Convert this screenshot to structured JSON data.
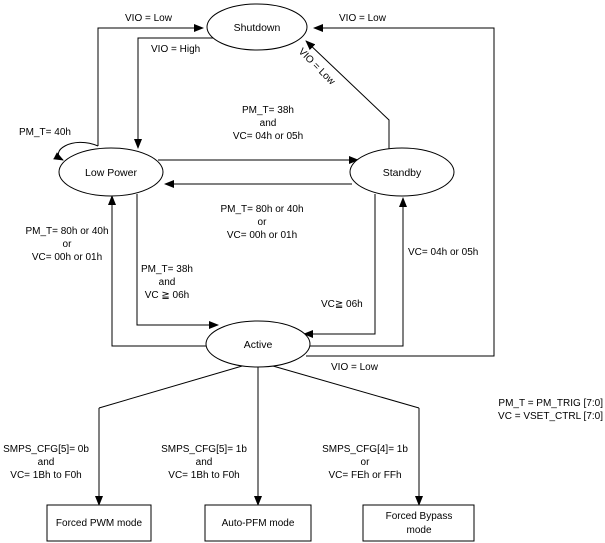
{
  "states": {
    "shutdown": "Shutdown",
    "low_power": "Low Power",
    "standby": "Standby",
    "active": "Active"
  },
  "modes": {
    "forced_pwm": "Forced PWM mode",
    "auto_pfm": "Auto-PFM mode",
    "forced_bypass": [
      "Forced Bypass",
      "mode"
    ]
  },
  "labels": {
    "vio_low_left": "VIO = Low",
    "vio_low_right": "VIO = Low",
    "vio_low_bottom": "VIO = Low",
    "vio_low_diag": "VIO = Low",
    "vio_high": "VIO = High",
    "pm_t_40h": "PM_T= 40h",
    "lp_to_standby": [
      "PM_T= 38h",
      "and",
      "VC= 04h or 05h"
    ],
    "standby_to_lp": [
      "PM_T= 80h or 40h",
      "or",
      "VC= 00h or 01h"
    ],
    "active_to_lp": [
      "PM_T= 80h or 40h",
      "or",
      "VC= 00h or 01h"
    ],
    "lp_to_active": [
      "PM_T= 38h",
      "and",
      "VC ≧ 06h"
    ],
    "standby_to_active": "VC≧ 06h",
    "active_to_standby": "VC= 04h or 05h",
    "pwm_cond": [
      "SMPS_CFG[5]= 0b",
      "and",
      "VC= 1Bh to F0h"
    ],
    "pfm_cond": [
      "SMPS_CFG[5]= 1b",
      "and",
      "VC= 1Bh to F0h"
    ],
    "bypass_cond": [
      "SMPS_CFG[4]= 1b",
      "or",
      "VC= FEh or FFh"
    ]
  },
  "legend": [
    "PM_T = PM_TRIG [7:0]",
    "VC = VSET_CTRL [7:0]"
  ]
}
